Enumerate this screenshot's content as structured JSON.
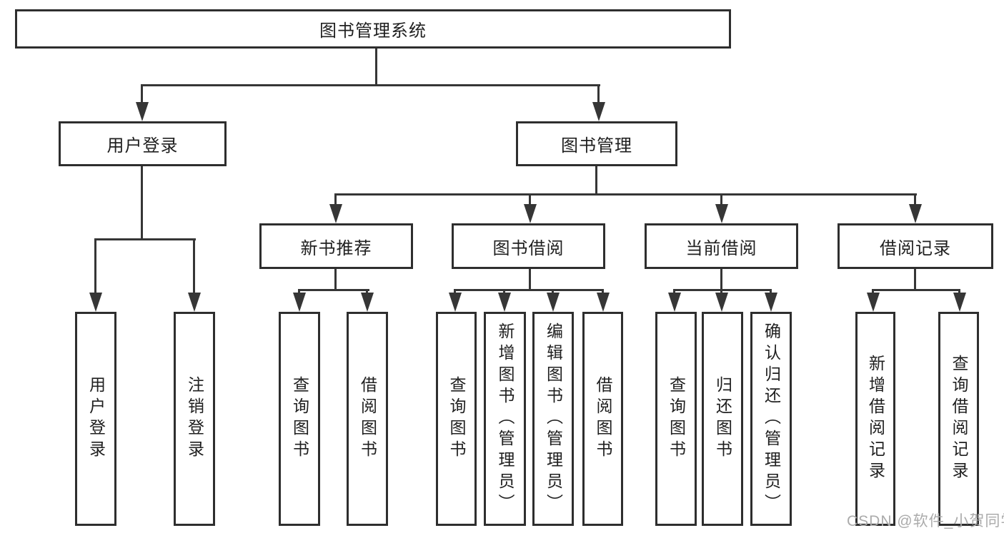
{
  "diagram": {
    "title": "图书管理系统",
    "root": {
      "label": "图书管理系统"
    },
    "level1": [
      {
        "id": "user-login",
        "label": "用户登录"
      },
      {
        "id": "book-management",
        "label": "图书管理"
      }
    ],
    "level2": [
      {
        "id": "new-book-recommend",
        "label": "新书推荐"
      },
      {
        "id": "book-borrow",
        "label": "图书借阅"
      },
      {
        "id": "current-borrow",
        "label": "当前借阅"
      },
      {
        "id": "borrow-records",
        "label": "借阅记录"
      }
    ],
    "leaves": {
      "user_login": [
        "用户登录",
        "注销登录"
      ],
      "new_books": [
        "查询图书",
        "借阅图书"
      ],
      "book_borrow": [
        "查询图书",
        "新增图书（管理员）",
        "编辑图书（管理员）",
        "借阅图书"
      ],
      "current_borrow": [
        "查询图书",
        "归还图书",
        "确认归还（管理员）"
      ],
      "borrow_records": [
        "新增借阅记录",
        "查询借阅记录"
      ]
    },
    "colors": {
      "line": "#363636",
      "border": "#2e2e2e",
      "text": "#1f1f1f",
      "watermark": "#ababab"
    },
    "watermark": "CSDN @软件_小贺同学"
  }
}
